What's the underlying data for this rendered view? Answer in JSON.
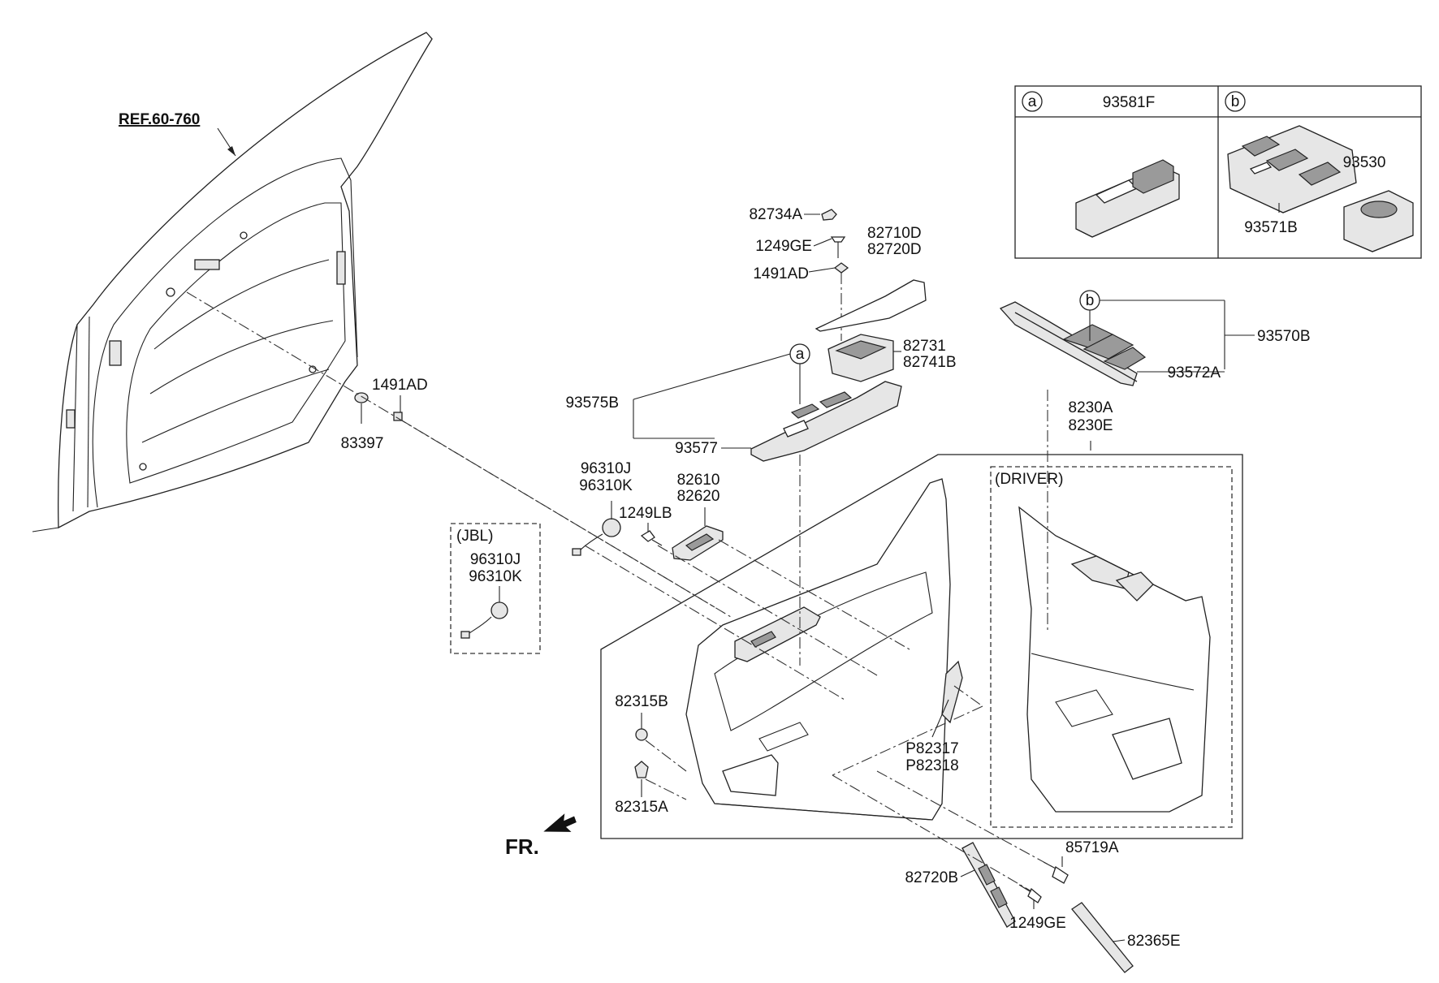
{
  "diagram": {
    "ref_label": "REF.60-760",
    "front_label": "FR.",
    "callouts": {
      "a": "a",
      "b": "b"
    },
    "inset_table": {
      "col_a_part": "93581F",
      "col_b_part_1": "93530",
      "col_b_part_2": "93571B"
    },
    "jbl_box": {
      "title": "(JBL)",
      "part_1": "96310J",
      "part_2": "96310K"
    },
    "driver_box": {
      "title": "(DRIVER)"
    },
    "parts": {
      "p1491AD_left": "1491AD",
      "p83397": "83397",
      "p82734A": "82734A",
      "p1249GE_top": "1249GE",
      "p1491AD_top": "1491AD",
      "p82710D": "82710D",
      "p82720D": "82720D",
      "p82731": "82731",
      "p82741B": "82741B",
      "p93575B": "93575B",
      "p93577": "93577",
      "p93570B": "93570B",
      "p93572A": "93572A",
      "p8230A": "8230A",
      "p8230E": "8230E",
      "p96310J": "96310J",
      "p96310K": "96310K",
      "p1249LB": "1249LB",
      "p82610": "82610",
      "p82620": "82620",
      "p82315B": "82315B",
      "p82315A": "82315A",
      "pP82317": "P82317",
      "pP82318": "P82318",
      "p85719A": "85719A",
      "p82720B": "82720B",
      "p1249GE_bottom": "1249GE",
      "p82365E": "82365E"
    }
  }
}
